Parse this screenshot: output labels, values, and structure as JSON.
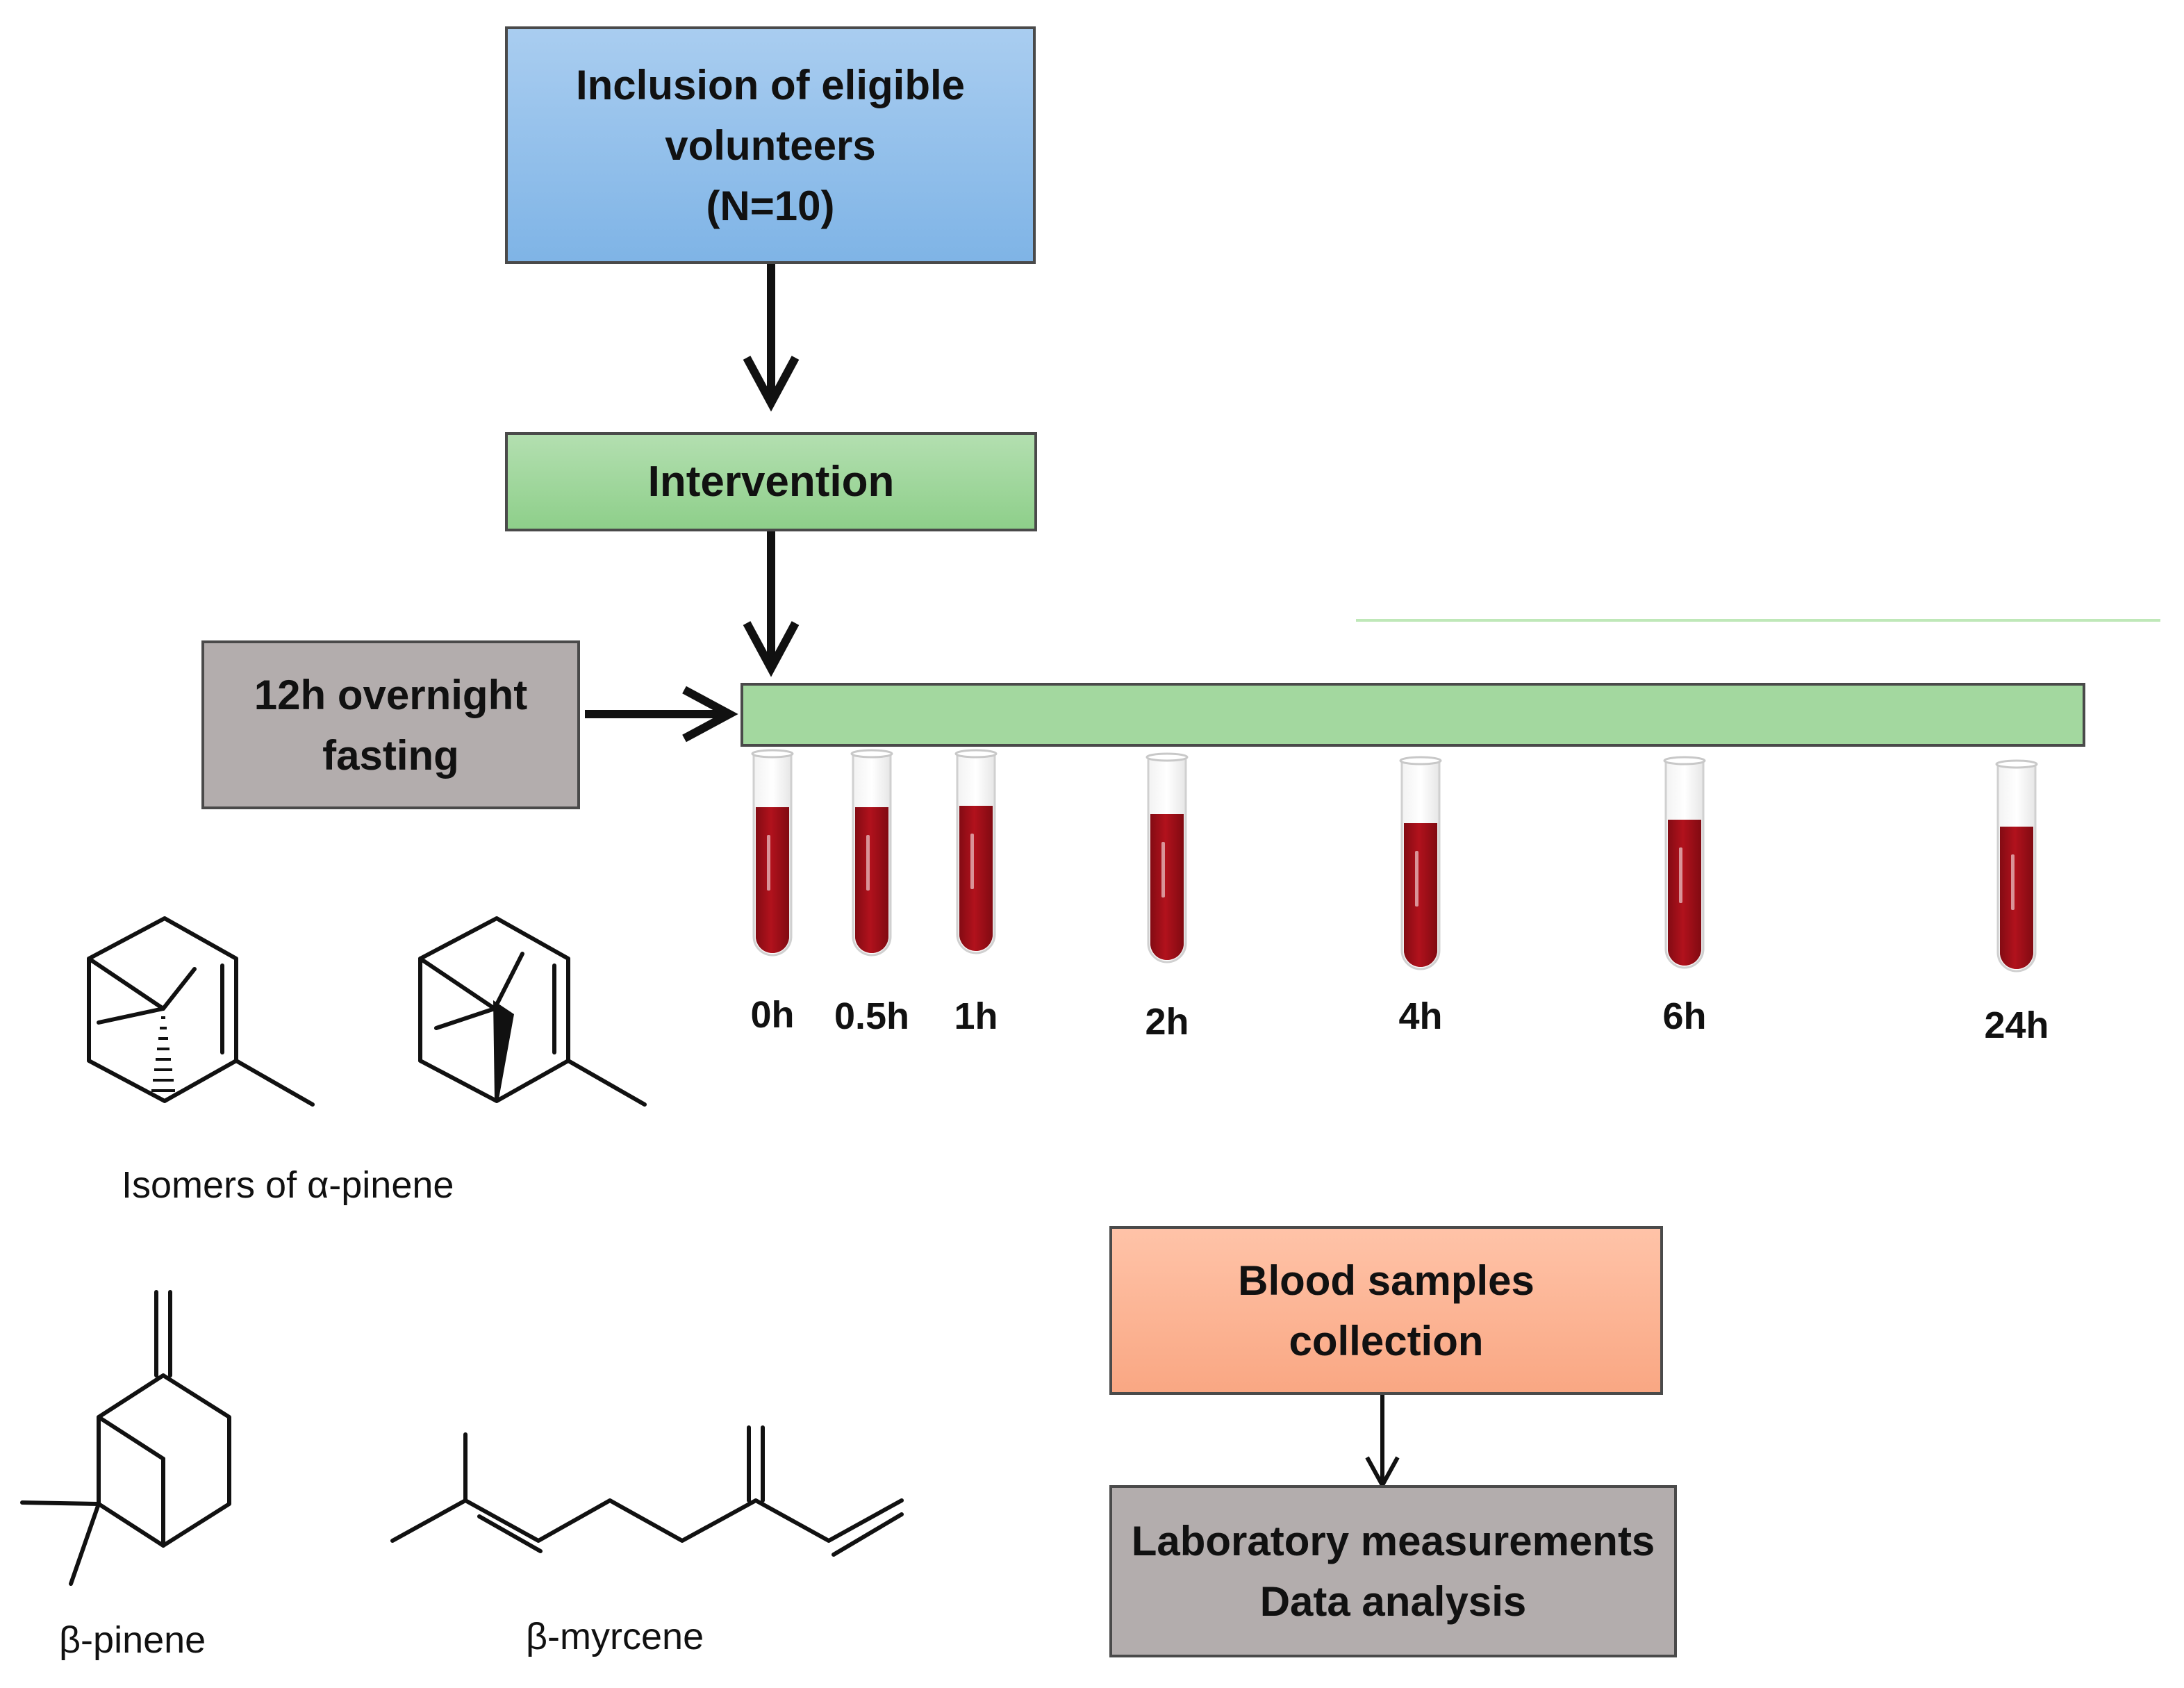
{
  "flowchart": {
    "inclusion": {
      "line1": "Inclusion of eligible",
      "line2": "volunteers",
      "line3": "(N=10)"
    },
    "intervention": "Intervention",
    "fasting": {
      "line1": "12h overnight",
      "line2": "fasting"
    },
    "blood_samples": {
      "line1": "Blood samples",
      "line2": "collection"
    },
    "laboratory": {
      "line1": "Laboratory measurements",
      "line2": "Data analysis"
    }
  },
  "timepoints": [
    "0h",
    "0.5h",
    "1h",
    "2h",
    "4h",
    "6h",
    "24h"
  ],
  "molecules": {
    "alpha_pinene": "Isomers of α-pinene",
    "beta_pinene": "β-pinene",
    "beta_myrcene": "β-myrcene"
  },
  "colors": {
    "blue_box": "#8fc0ea",
    "green_box": "#9fd69b",
    "grey_box": "#b3adad",
    "salmon_box": "#fbb595",
    "blood": "#a8101a"
  }
}
